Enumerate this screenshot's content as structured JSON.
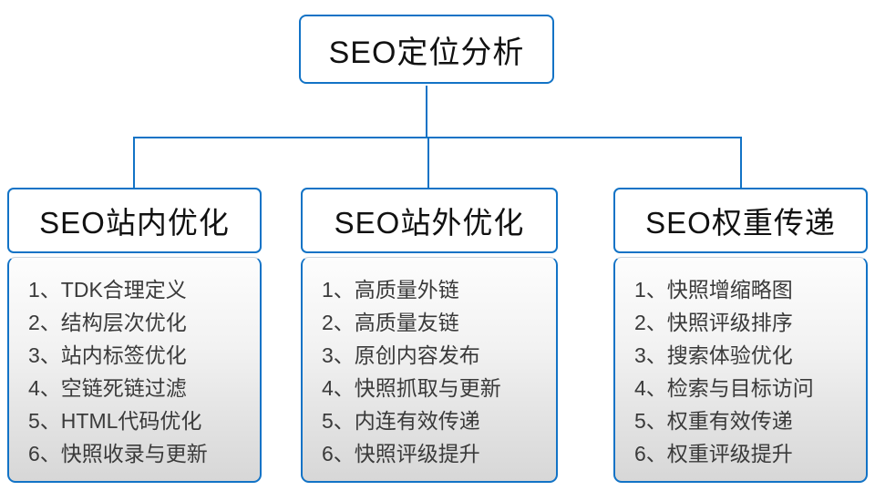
{
  "diagram": {
    "root": {
      "title": "SEO定位分析"
    },
    "columns": [
      {
        "title": "SEO站内优化",
        "items": [
          "1、TDK合理定义",
          "2、结构层次优化",
          "3、站内标签优化",
          "4、空链死链过滤",
          "5、HTML代码优化",
          "6、快照收录与更新"
        ]
      },
      {
        "title": "SEO站外优化",
        "items": [
          "1、高质量外链",
          "2、高质量友链",
          "3、原创内容发布",
          "4、快照抓取与更新",
          "5、内连有效传递",
          "6、快照评级提升"
        ]
      },
      {
        "title": "SEO权重传递",
        "items": [
          "1、快照增缩略图",
          "2、快照评级排序",
          "3、搜索体验优化",
          "4、检索与目标访问",
          "5、权重有效传递",
          "6、权重评级提升"
        ]
      }
    ],
    "colors": {
      "accent": "#1273C6",
      "header_text": "#111111",
      "item_text": "#3a3a3a",
      "body_gradient_top": "#fdfdfd",
      "body_gradient_bottom": "#d7d7d7"
    }
  }
}
